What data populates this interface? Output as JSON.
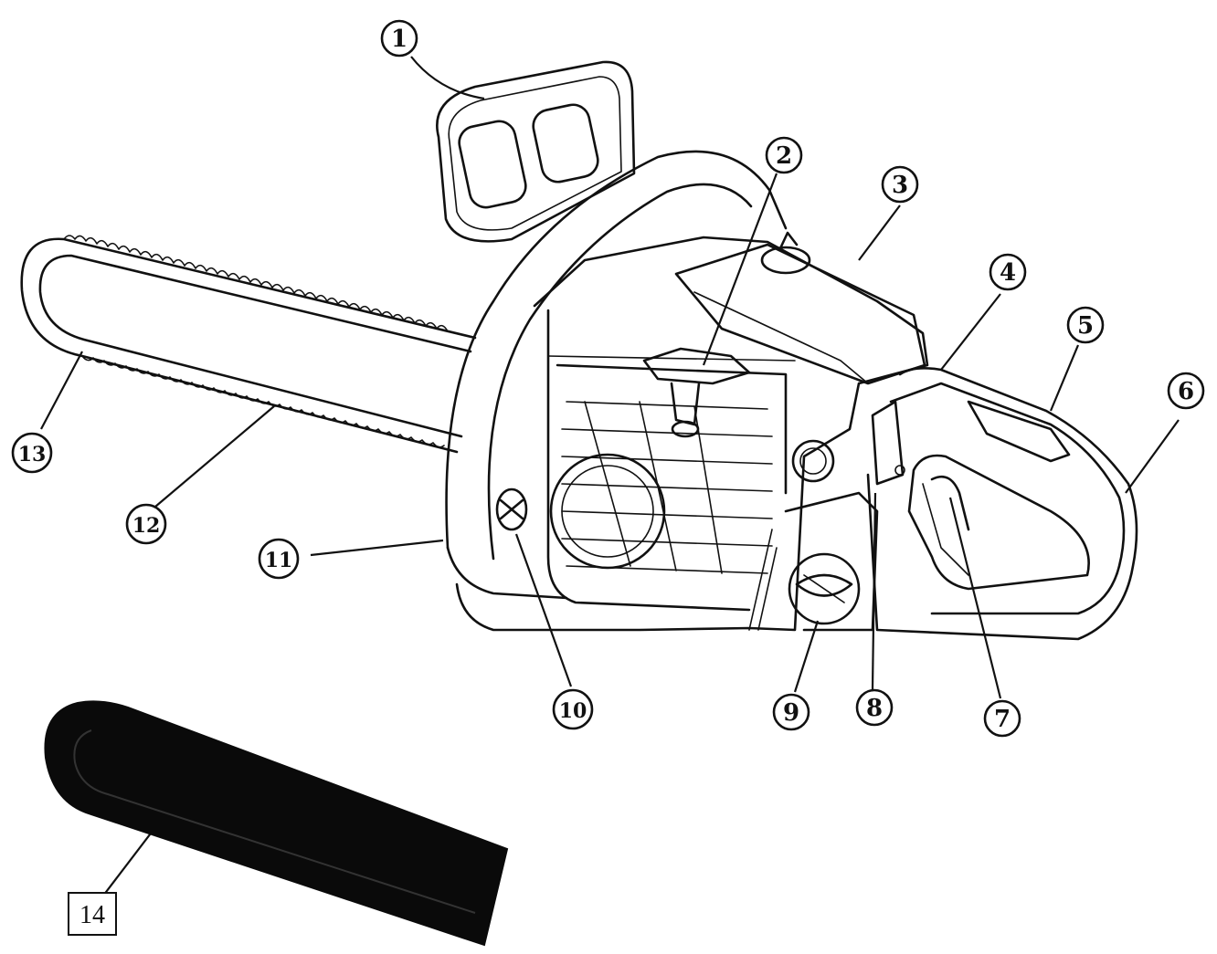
{
  "callouts": [
    {
      "id": 1,
      "label": "1"
    },
    {
      "id": 2,
      "label": "2"
    },
    {
      "id": 3,
      "label": "3"
    },
    {
      "id": 4,
      "label": "4"
    },
    {
      "id": 5,
      "label": "5"
    },
    {
      "id": 6,
      "label": "6"
    },
    {
      "id": 7,
      "label": "7"
    },
    {
      "id": 8,
      "label": "8"
    },
    {
      "id": 9,
      "label": "9"
    },
    {
      "id": 10,
      "label": "10"
    },
    {
      "id": 11,
      "label": "11"
    },
    {
      "id": 12,
      "label": "12"
    },
    {
      "id": 13,
      "label": "13"
    },
    {
      "id": 14,
      "label": "14"
    }
  ],
  "colors": {
    "line": "#111111",
    "background": "#ffffff",
    "cover": "#0a0a0a"
  }
}
